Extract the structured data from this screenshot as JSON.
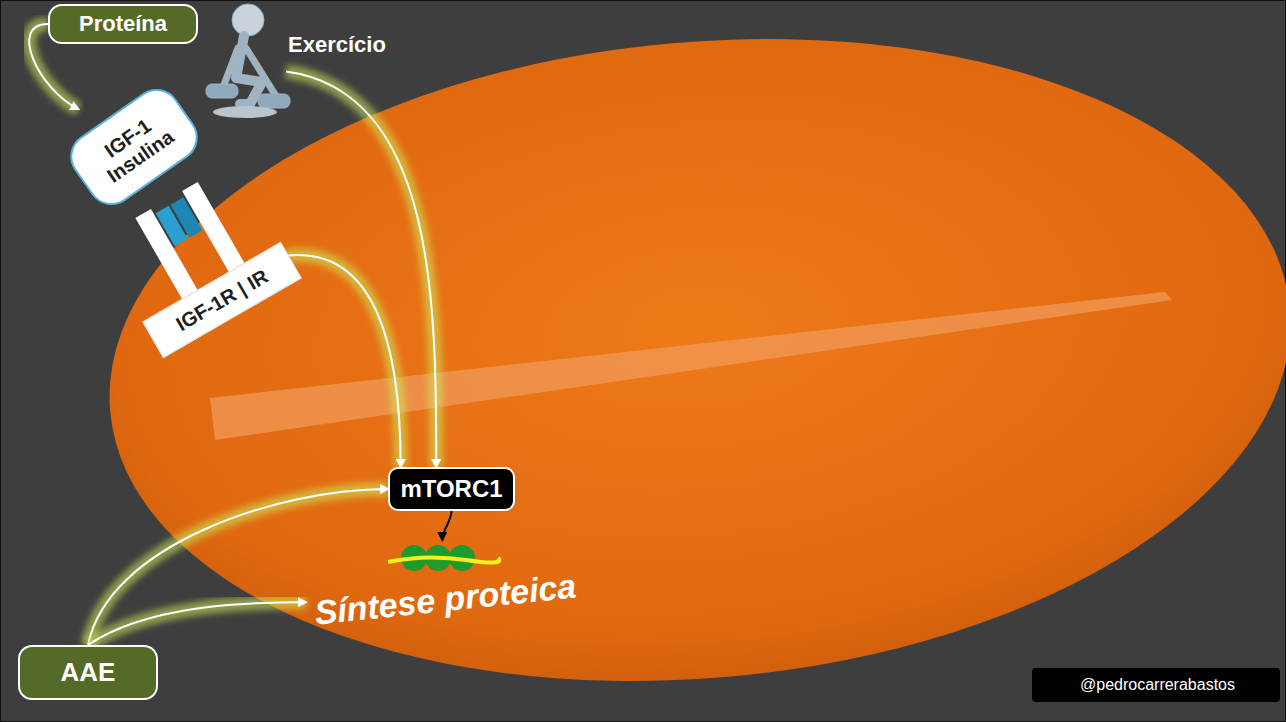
{
  "diagram": {
    "nodes": [
      {
        "text": [
          "Proteína"
        ]
      },
      {
        "text": [
          "Exercício"
        ]
      },
      {
        "text": [
          "IGF-1 Insulina"
        ]
      },
      {
        "text": [
          "IGF-1R | IR"
        ]
      },
      {
        "text": [
          "mTORC1"
        ]
      },
      {
        "text": [
          "Síntese proteica"
        ]
      },
      {
        "text": [
          "AAE"
        ]
      }
    ],
    "edges": [
      {
        "from": 0,
        "to": 2,
        "arrow": "to"
      },
      {
        "from": 3,
        "to": 4,
        "arrow": "to"
      },
      {
        "from": 1,
        "to": 4,
        "arrow": "to"
      },
      {
        "from": 6,
        "to": 4,
        "arrow": "to"
      },
      {
        "from": 6,
        "to": 5,
        "arrow": "to"
      },
      {
        "from": 4,
        "to": 5,
        "arrow": "to"
      }
    ],
    "labels": [
      "@pedrocarrerabastos"
    ]
  }
}
